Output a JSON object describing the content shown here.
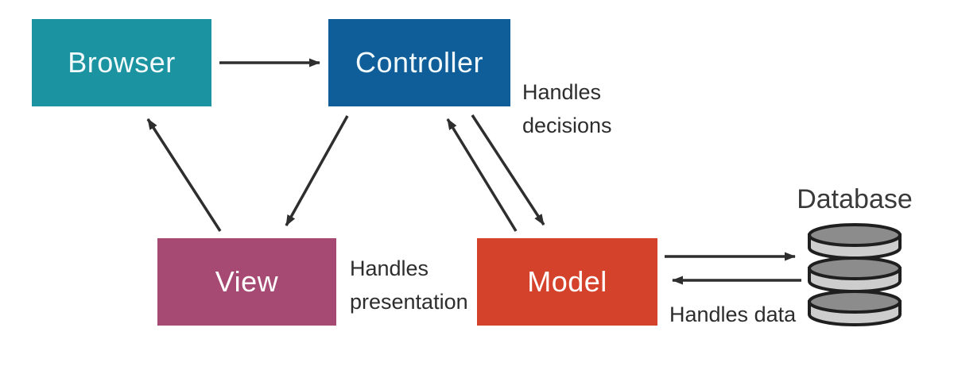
{
  "diagram": {
    "background_color": "#ffffff",
    "arrow_color": "#2e2e2e",
    "annotation_text_color": "#2d2d2d",
    "nodes": {
      "browser": {
        "label": "Browser",
        "fill": "#1b93a0",
        "text_color": "#eef8fa"
      },
      "controller": {
        "label": "Controller",
        "fill": "#0f5d99",
        "text_color": "#e8f3fb"
      },
      "view": {
        "label": "View",
        "fill": "#a74a73",
        "text_color": "#ffffff"
      },
      "model": {
        "label": "Model",
        "fill": "#d5422c",
        "text_color": "#ffffff"
      },
      "database": {
        "label": "Database",
        "body_color": "#cdcdcd",
        "top_color": "#8c8c8c",
        "outline_color": "#1f1f1f",
        "label_color": "#3a3a3a"
      }
    },
    "annotations": {
      "controller": "Handles decisions",
      "view": "Handles presentation",
      "model": "Handles data"
    },
    "edges": [
      {
        "from": "browser",
        "to": "controller"
      },
      {
        "from": "view",
        "to": "browser"
      },
      {
        "from": "controller",
        "to": "view"
      },
      {
        "from": "model",
        "to": "controller"
      },
      {
        "from": "controller",
        "to": "model"
      },
      {
        "from": "model",
        "to": "database"
      },
      {
        "from": "database",
        "to": "model"
      }
    ]
  }
}
